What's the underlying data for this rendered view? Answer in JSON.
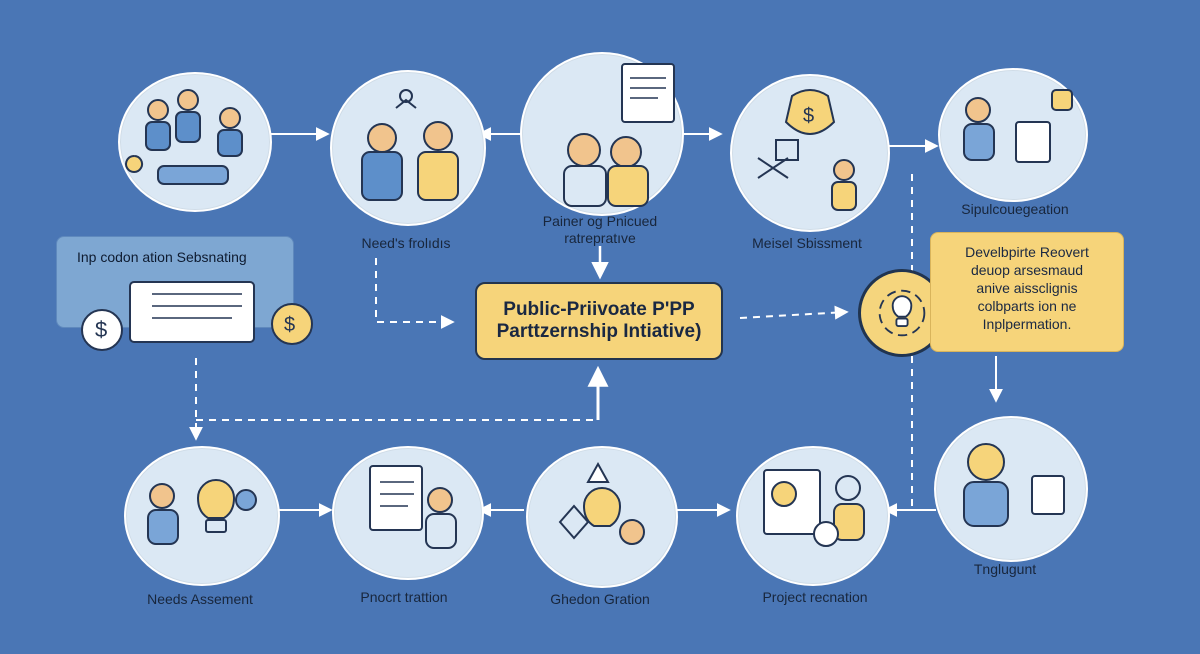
{
  "nodes": {
    "top1": {
      "label": ""
    },
    "top2": {
      "label": "Need's frolıdıs"
    },
    "top3": {
      "label_line1": "Painer og Pnicued",
      "label_line2": "ratrepratıve"
    },
    "top4": {
      "label": "Meisel Sbissment"
    },
    "top5": {
      "label": "Sipulcouegeation"
    },
    "bottom1": {
      "label": "Needs Assement"
    },
    "bottom2": {
      "label": "Pnocrt trattion"
    },
    "bottom3": {
      "label": "Ghedon Gration"
    },
    "bottom4": {
      "label": "Project recnation"
    },
    "bottom5": {
      "label": "Tnglugunt"
    }
  },
  "center": {
    "line1": "Public-Priivoate P'PP",
    "line2": "Parttzernship Intiative)"
  },
  "callout_left": {
    "title": "Inp codon ation Sebsnating"
  },
  "callout_right": {
    "line1": "Develbpirte Reovert",
    "line2": "deuop arsesmaud",
    "line3": "anive aissclignis",
    "line4": "colbparts ion ne",
    "line5": "Inplpermation."
  },
  "icons": {
    "top1": "people-network-icon",
    "top2": "group-of-people-icon",
    "top3": "people-planning-icon",
    "top4": "finance-meeting-icon",
    "top5": "worker-documents-icon",
    "bottom1": "idea-lightbulb-icon",
    "bottom2": "checklist-person-icon",
    "bottom3": "insight-lightbulb-icon",
    "bottom4": "project-analysis-icon",
    "bottom5": "implementation-people-icon",
    "left_callout": "money-document-gear-icon",
    "hub": "cycle-lightbulb-icon"
  },
  "colors": {
    "background": "#4a76b5",
    "circle": "#dbe8f4",
    "accent": "#f6d47a",
    "line": "#ffffff",
    "ink": "#18263c"
  }
}
